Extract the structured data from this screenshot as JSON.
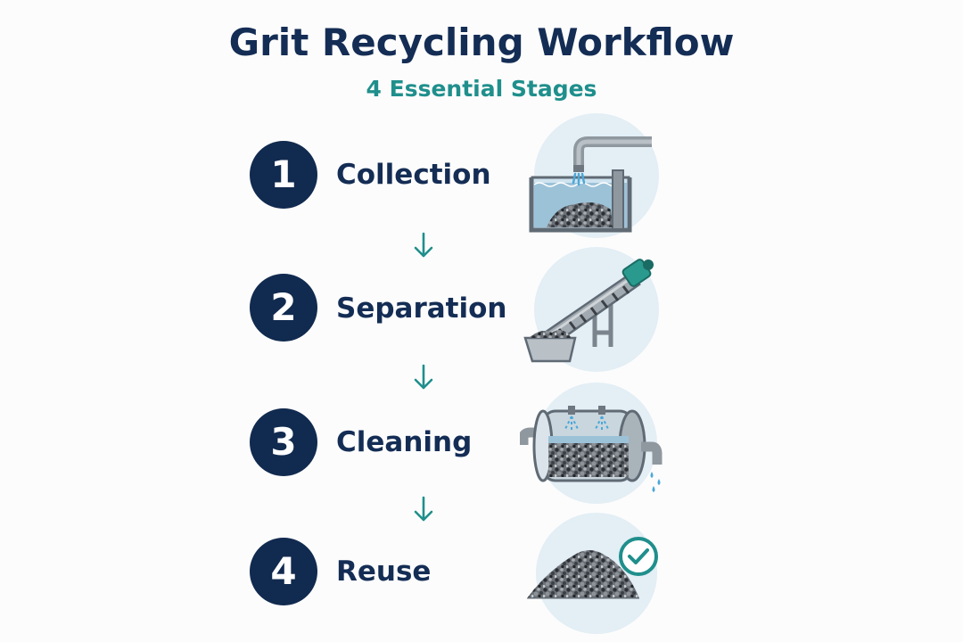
{
  "title": "Grit Recycling Workflow",
  "subtitle": "4 Essential Stages",
  "colors": {
    "navy": "#112a4f",
    "teal": "#1f8f8c",
    "circle_bg": "#e3eef5"
  },
  "stages": [
    {
      "number": "1",
      "label": "Collection",
      "icon": "settling-tank-icon"
    },
    {
      "number": "2",
      "label": "Separation",
      "icon": "screw-conveyor-icon"
    },
    {
      "number": "3",
      "label": "Cleaning",
      "icon": "washing-drum-icon"
    },
    {
      "number": "4",
      "label": "Reuse",
      "icon": "grit-pile-checkmark-icon"
    }
  ]
}
